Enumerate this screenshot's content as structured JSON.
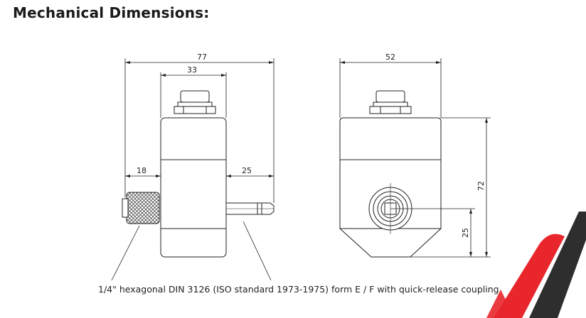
{
  "title": "Mechanical Dimensions:",
  "dimensions": {
    "total_width": "77",
    "body_width": "33",
    "knob_length": "18",
    "shaft_length": "25",
    "side_width": "52",
    "total_height": "72",
    "center_height": "25"
  },
  "caption": "1/4\" hexagonal DIN 3126 (ISO standard 1973-1975) form E / F with quick-release coupling",
  "colors": {
    "line": "#222222",
    "watermark_red": "#e8262c",
    "watermark_dark": "#1c1c1c"
  }
}
